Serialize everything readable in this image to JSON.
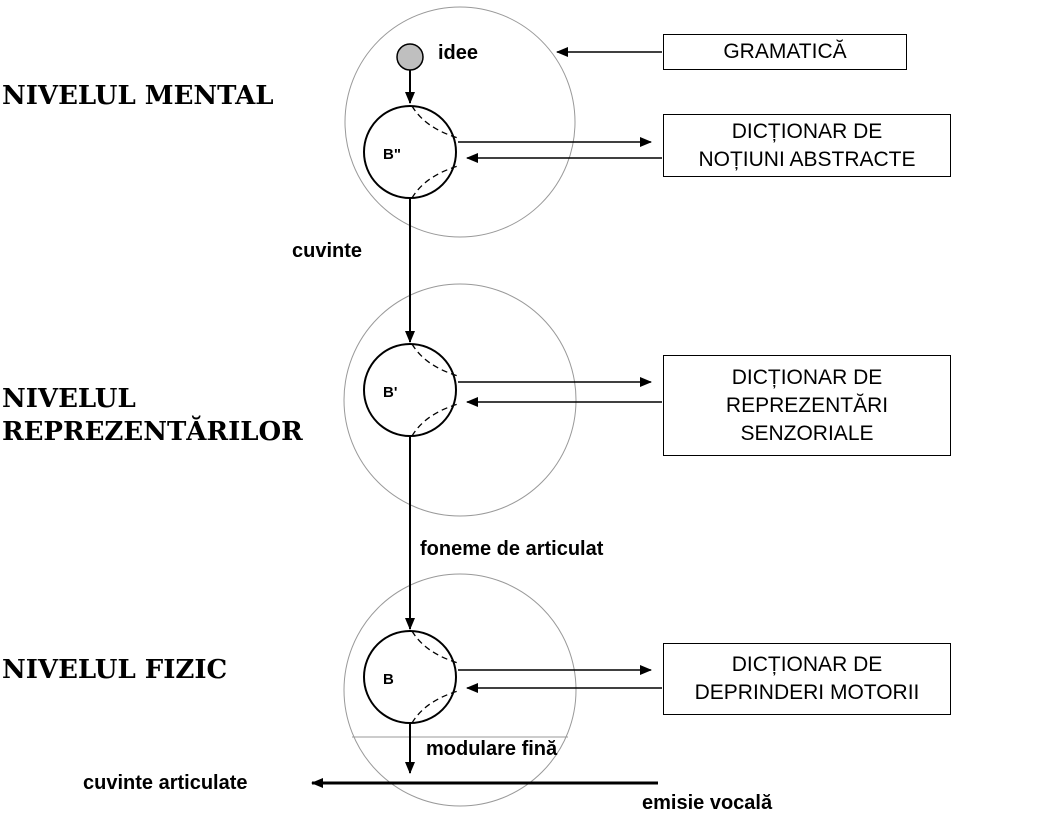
{
  "levels": {
    "mental": "NIVELUL MENTAL",
    "representations": [
      "NIVELUL",
      "REPREZENTĂRILOR"
    ],
    "physical": "NIVELUL FIZIC"
  },
  "nodes": {
    "top": "B\"",
    "middle": "B'",
    "bottom": "B"
  },
  "flow": {
    "idea": "idee",
    "words": "cuvinte",
    "phonemes": "foneme de articulat",
    "fine_modulation": "modulare fină",
    "articulated_words": "cuvinte articulate",
    "vocal_emission": "emisie vocală"
  },
  "dictionaries": {
    "grammar": [
      "GRAMATICĂ"
    ],
    "abstract": [
      "DICȚIONAR DE",
      "NOȚIUNI ABSTRACTE"
    ],
    "sensory": [
      "DICȚIONAR DE",
      "REPREZENTĂRI",
      "SENZORIALE"
    ],
    "motor": [
      "DICȚIONAR DE",
      "DEPRINDERI MOTORII"
    ]
  },
  "colors": {
    "line": "#000000",
    "level_circle": "#999999",
    "idea_node": "#bfbfbf"
  }
}
